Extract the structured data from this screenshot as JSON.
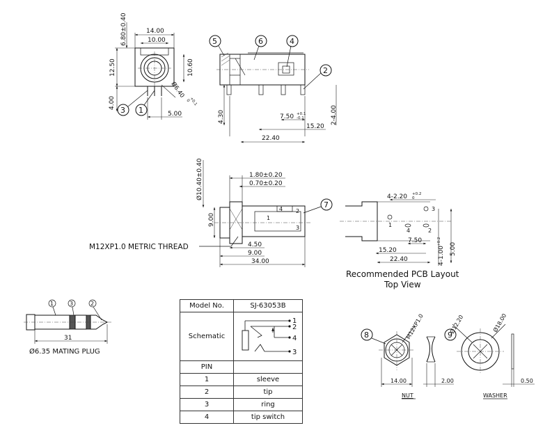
{
  "top_left_view": {
    "dims": [
      "14.00",
      "10.00",
      "6.80±0.40",
      "12.50",
      "10.60",
      "4.00",
      "Ø6.40",
      "5.00"
    ],
    "tol_plus": "+0.1",
    "tol_minus": "0"
  },
  "top_right_view": {
    "callouts": [
      "5",
      "6",
      "4",
      "2"
    ],
    "dims": [
      "4.30",
      "7.50",
      "15.20",
      "22.40",
      "2-4.00"
    ],
    "tol_plus": "+0.1",
    "tol_minus": "-0.1"
  },
  "bottom_left_callouts": [
    "3",
    "1"
  ],
  "middle_view": {
    "dims": [
      "Ø10.40±0.40",
      "1.80±0.20",
      "0.70±0.20",
      "9.00",
      "4.50",
      "9.00",
      "34.00"
    ],
    "thread_label": "M12XP1.0 METRIC THREAD",
    "callout": "7",
    "pins": [
      "1",
      "4",
      "2",
      "3"
    ]
  },
  "pcb_layout": {
    "dims": [
      "4-2.20",
      "7.50",
      "15.20",
      "22.40",
      "4-1.00",
      "5.00"
    ],
    "tol_plus": "+0.2",
    "tol_minus": "0",
    "pins": [
      "1",
      "4",
      "2",
      "3"
    ],
    "caption_line1": "Recommended PCB Layout",
    "caption_line2": "Top View"
  },
  "plug": {
    "callouts": [
      "1",
      "3",
      "2"
    ],
    "length": "31",
    "caption": "Ø6.35 MATING PLUG"
  },
  "spec_table": {
    "model_label": "Model No.",
    "model_value": "SJ-63053B",
    "schematic_label": "Schematic",
    "schematic_pins": [
      "1",
      "2",
      "4",
      "3"
    ],
    "pin_header": "PIN",
    "rows": [
      {
        "pin": "1",
        "name": "sleeve"
      },
      {
        "pin": "2",
        "name": "tip"
      },
      {
        "pin": "3",
        "name": "ring"
      },
      {
        "pin": "4",
        "name": "tip switch"
      }
    ]
  },
  "nut": {
    "callout": "8",
    "thread": "M12XP1.0",
    "width": "14.00",
    "thickness": "2.00",
    "label": "NUT"
  },
  "washer": {
    "callout": "9",
    "inner": "Ø12.20",
    "outer": "Ø18.00",
    "thickness": "0.50",
    "label": "WASHER"
  }
}
